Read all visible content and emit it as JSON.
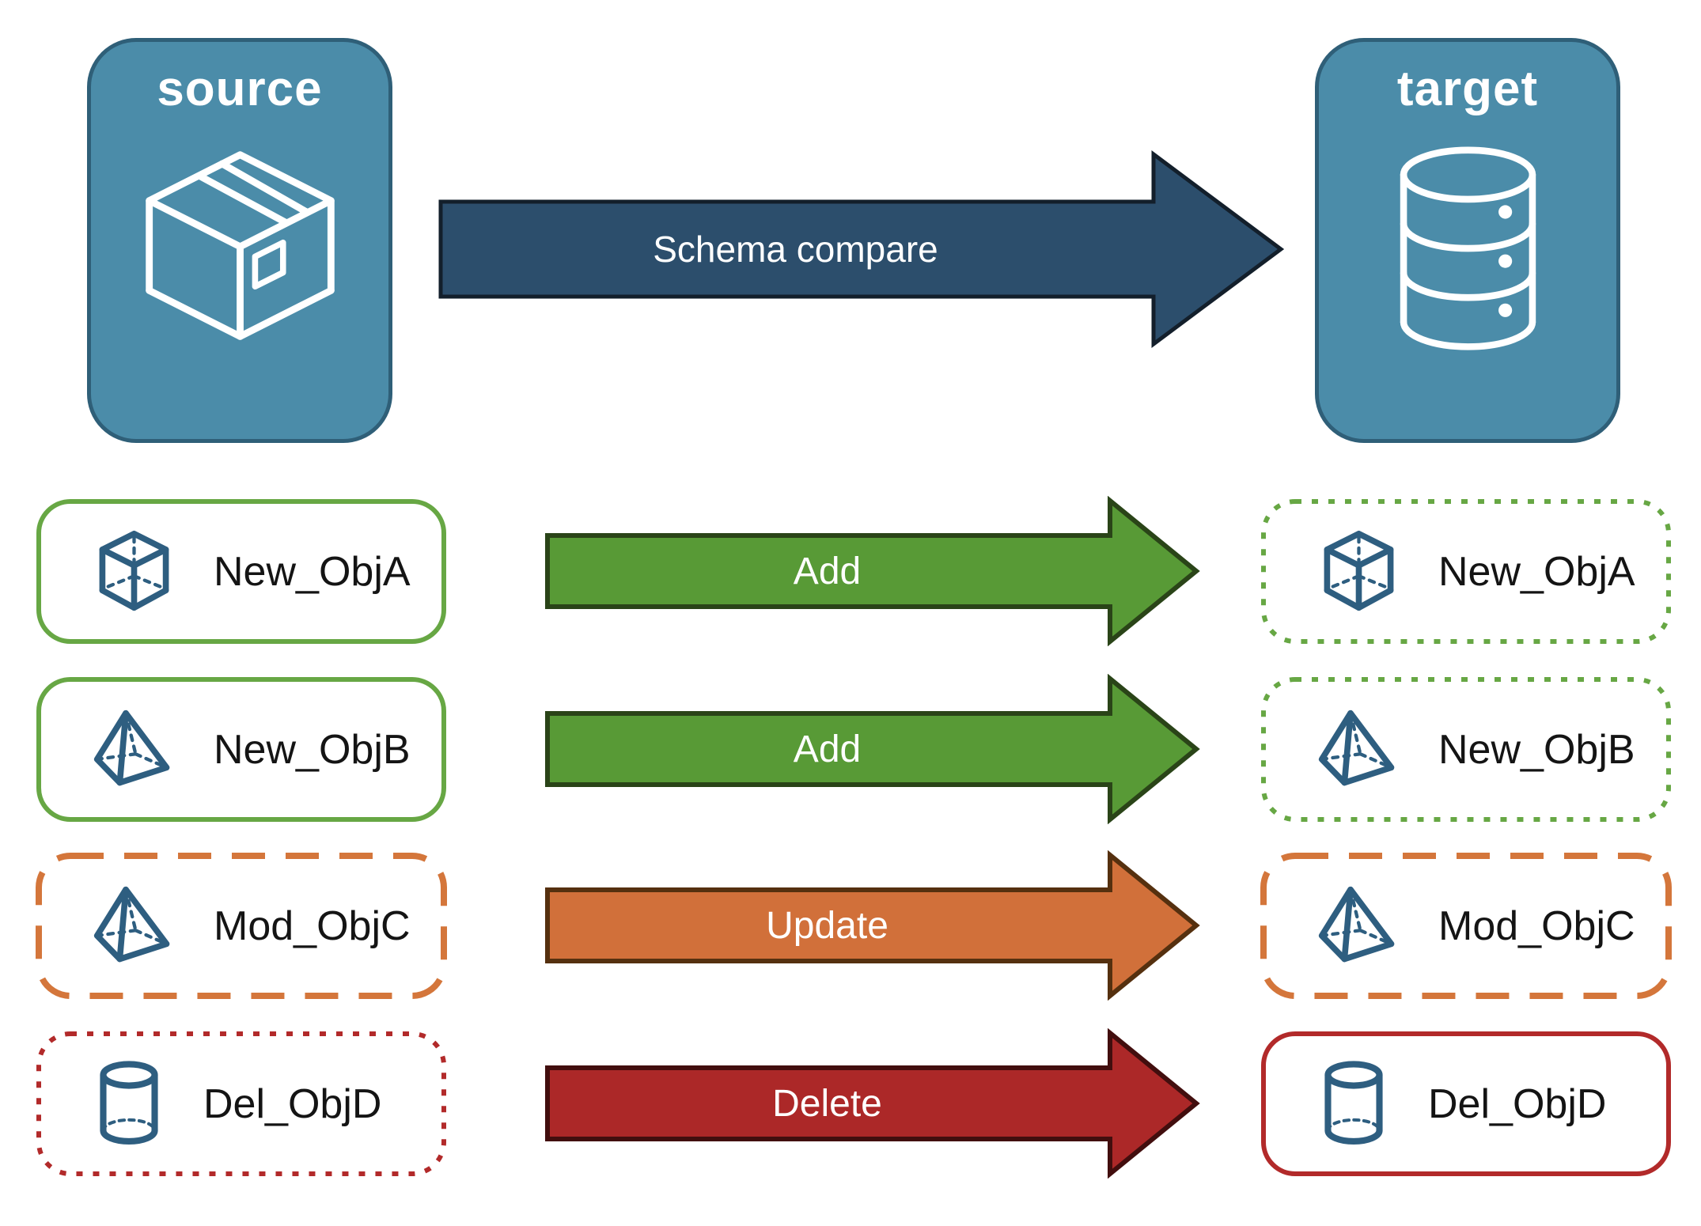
{
  "source_panel": {
    "title": "source",
    "icon": "package-icon"
  },
  "target_panel": {
    "title": "target",
    "icon": "database-icon"
  },
  "compare_arrow": {
    "label": "Schema compare"
  },
  "rows": [
    {
      "object": "New_ObjA",
      "action": "Add",
      "icon": "cube-icon",
      "source_box_style": "solid-green",
      "target_box_style": "dotted-green"
    },
    {
      "object": "New_ObjB",
      "action": "Add",
      "icon": "pyramid-icon",
      "source_box_style": "solid-green",
      "target_box_style": "dotted-green"
    },
    {
      "object": "Mod_ObjC",
      "action": "Update",
      "icon": "pyramid-icon",
      "source_box_style": "dashed-orange",
      "target_box_style": "dashed-orange"
    },
    {
      "object": "Del_ObjD",
      "action": "Delete",
      "icon": "cylinder-icon",
      "source_box_style": "dotted-red",
      "target_box_style": "solid-red"
    }
  ],
  "colors": {
    "panel_fill": "#4B8CA9",
    "panel_border": "#2F5F78",
    "compare_arrow_fill": "#2C4E6C",
    "add_arrow_fill": "#589A36",
    "update_arrow_fill": "#D1703A",
    "delete_arrow_fill": "#AC2828",
    "new_object_border": "#67A744",
    "modified_object_border": "#D4763B",
    "deleted_object_border": "#B22A2A",
    "object_icon_color": "#2E5E80",
    "object_label_color": "#141414",
    "arrow_text_color": "#FFFFFF"
  }
}
